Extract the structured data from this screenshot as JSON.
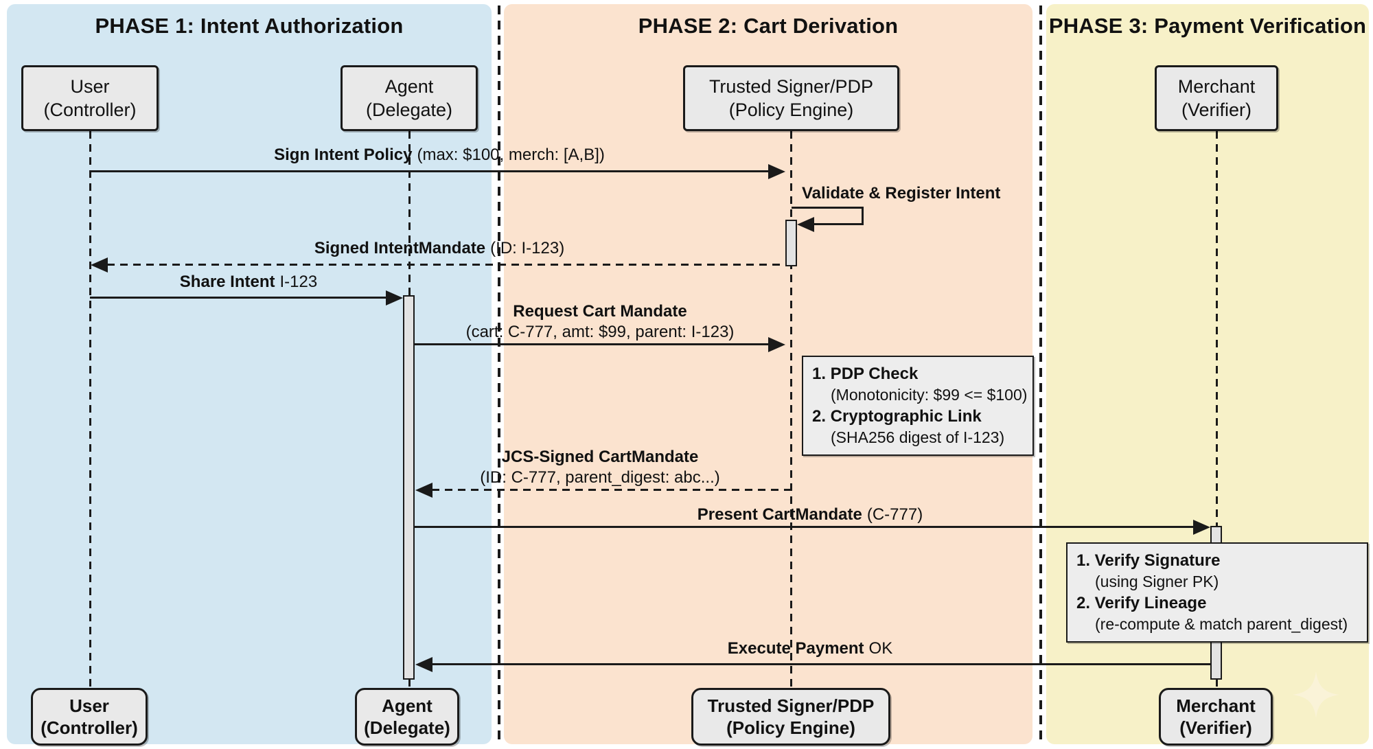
{
  "diagram": {
    "phases": [
      {
        "title": "PHASE 1: Intent Authorization"
      },
      {
        "title": "PHASE 2: Cart Derivation"
      },
      {
        "title": "PHASE 3: Payment Verification"
      }
    ],
    "participants": [
      {
        "name": "User",
        "role": "(Controller)"
      },
      {
        "name": "Agent",
        "role": "(Delegate)"
      },
      {
        "name": "Trusted Signer/PDP",
        "role": "(Policy Engine)"
      },
      {
        "name": "Merchant",
        "role": "(Verifier)"
      }
    ],
    "messages": {
      "sign_intent": {
        "main": "Sign Intent Policy",
        "detail": "(max: $100, merch: [A,B])"
      },
      "validate": {
        "main": "Validate & Register Intent"
      },
      "signed_mandate": {
        "main": "Signed IntentMandate",
        "detail": "(ID: I-123)"
      },
      "share_intent": {
        "main": "Share Intent",
        "detail": "I-123"
      },
      "request_cart": {
        "main": "Request Cart Mandate",
        "detail": "(cart: C-777, amt: $99, parent: I-123)"
      },
      "jcs_cart": {
        "main": "JCS-Signed CartMandate",
        "detail": "(ID: C-777, parent_digest: abc...)"
      },
      "present_cart": {
        "main": "Present CartMandate",
        "detail": "(C-777)"
      },
      "execute": {
        "main": "Execute Payment",
        "detail": "OK"
      }
    },
    "notes": {
      "pdp": {
        "item1_title": "1. PDP Check",
        "item1_detail": "(Monotonicity: $99 <= $100)",
        "item2_title": "2. Cryptographic Link",
        "item2_detail": "(SHA256 digest of I-123)"
      },
      "verify": {
        "item1_title": "1. Verify Signature",
        "item1_detail": "(using Signer PK)",
        "item2_title": "2. Verify Lineage",
        "item2_detail": "(re-compute & match parent_digest)"
      }
    },
    "colors": {
      "phase1_bg": "#d3e7f2",
      "phase2_bg": "#fbe3cf",
      "phase3_bg": "#f7f1c8",
      "participant_fill": "#e9e9e9",
      "note_fill": "#ededed",
      "line": "#1a1a1a",
      "sparkle": "#faf3d8"
    }
  }
}
